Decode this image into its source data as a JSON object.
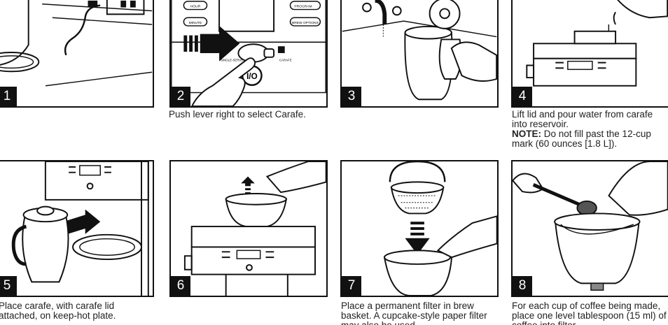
{
  "steps": [
    {
      "number": "1",
      "caption": ""
    },
    {
      "number": "2",
      "caption": "Push lever right to select Carafe.",
      "labels": {
        "hour": "HOUR",
        "program": "PROGRAM",
        "minute": "MINUTE",
        "brew_options": "BREW OPTIONS",
        "single_serve": "SINGLE-SERVE",
        "carafe": "CARAFE",
        "power": "I/O"
      }
    },
    {
      "number": "3",
      "caption": ""
    },
    {
      "number": "4",
      "caption": "Lift lid and pour water from carafe into reservoir.",
      "note_label": "NOTE:",
      "note_text": " Do not fill past the 12-cup mark (60 ounces [1.8 L])."
    },
    {
      "number": "5",
      "caption": "Place carafe, with carafe lid attached, on keep-hot plate."
    },
    {
      "number": "6",
      "caption": ""
    },
    {
      "number": "7",
      "caption": "Place a permanent filter in brew basket. A cupcake-style paper filter may also be used."
    },
    {
      "number": "8",
      "caption": "For each cup of coffee being made, place one level tablespoon (15 ml) of coffee into filter."
    }
  ]
}
